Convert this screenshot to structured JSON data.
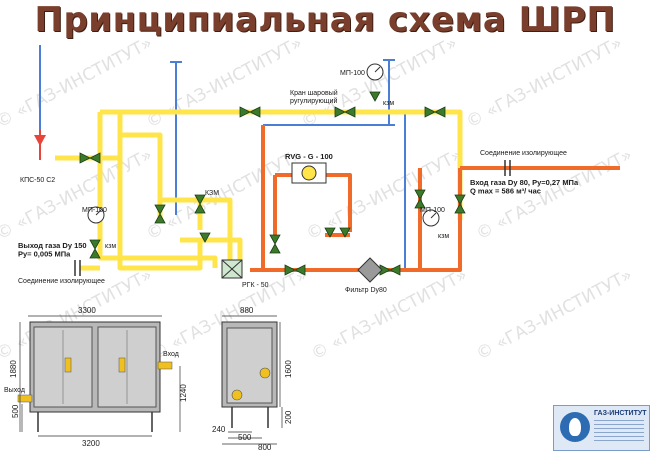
{
  "title": "Принципиальная схема ШРП",
  "watermark": "© «ГАЗ-ИНСТИТУТ»",
  "colors": {
    "gas_high_pressure": "#f06a2a",
    "gas_low_pressure": "#ffe44a",
    "vent_pipe": "#4b7fd6",
    "relief_pipe": "#e8443a",
    "title": "#7a3e2c"
  },
  "labels": {
    "mp100_top": "МП-100",
    "ball_valve": "Кран шаровый\nругулирующий",
    "kzm_top": "кзм",
    "insulating_joint_right": "Соединение изолирующее",
    "inlet_params": "Вход газа Dy 80, Py=0,27 МПа\nQ max = 586 м³/ час",
    "kps": "КПС-50 С2",
    "rvg": "RVG - G - 100",
    "kzm_mid": "КЗМ",
    "mp100_left": "МП-100",
    "kzm_left": "кзм",
    "outlet_params": "Выход газа Dy 150\nPy= 0,005 МПа",
    "insulating_joint_left": "Соединение изолирующее",
    "mp100_right": "МП-100",
    "kzm_right": "кзм",
    "filter": "Фильтр Dy80",
    "rgk": "РГК - 50"
  },
  "dimensions": {
    "width_top": "3300",
    "width_bottom": "3200",
    "height_total": "1880",
    "height_inlet": "1240",
    "height_outlet": "500",
    "inlet_label": "Вход",
    "outlet_label": "Выход",
    "side_width": "880",
    "side_height": "1600",
    "side_leg": "200",
    "side_base_1": "240",
    "side_base_2": "500",
    "side_base_3": "800"
  },
  "logo": {
    "title": "ГАЗ-ИНСТИТУТ"
  }
}
